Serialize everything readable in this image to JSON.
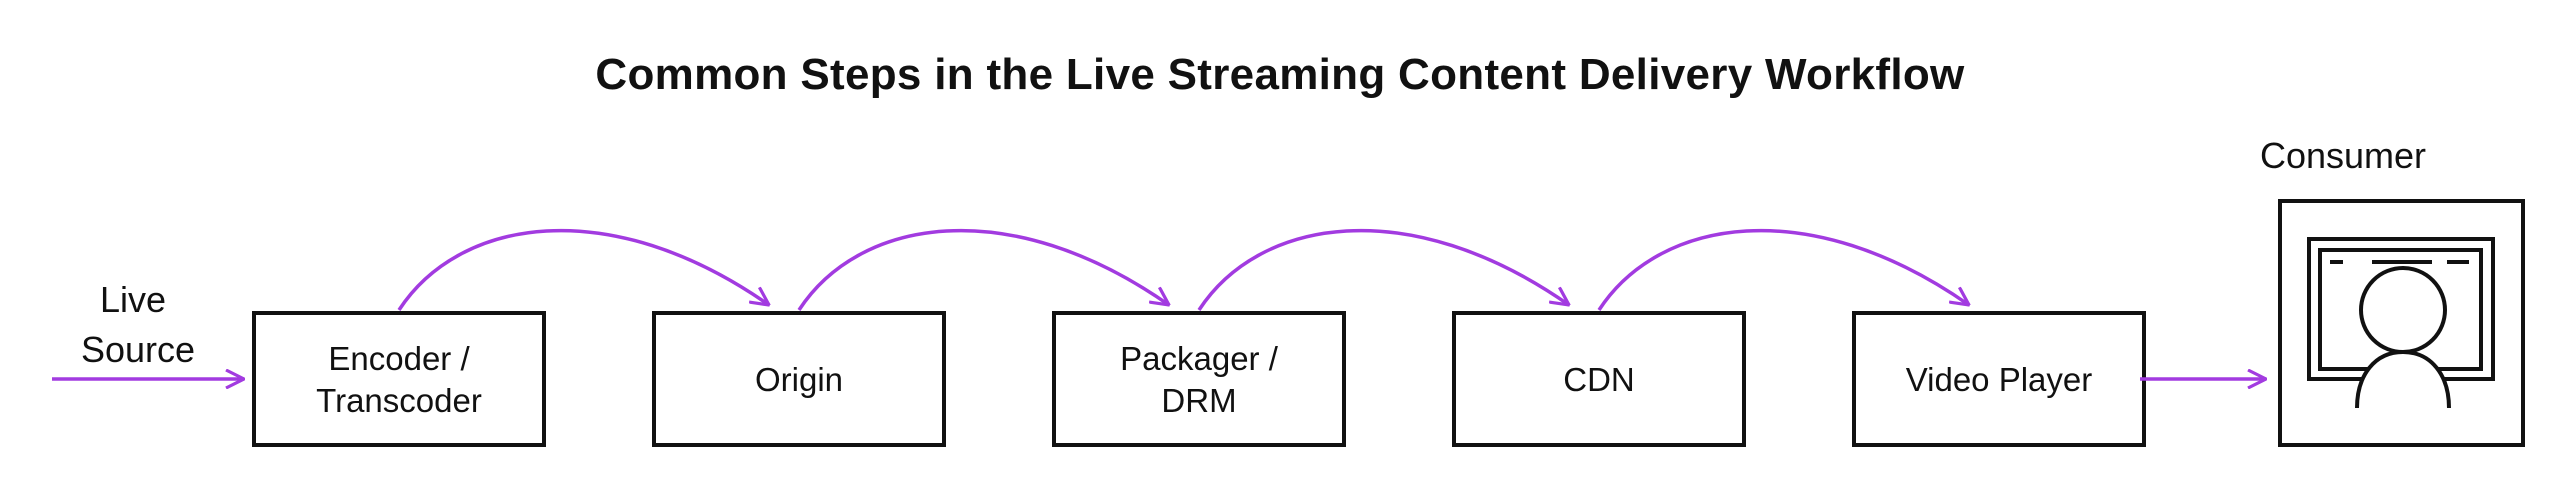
{
  "title": "Common Steps in the Live Streaming Content Delivery Workflow",
  "source_label": [
    "Live",
    "Source"
  ],
  "consumer_label": "Consumer",
  "steps": [
    {
      "lines": [
        "Encoder /",
        "Transcoder"
      ]
    },
    {
      "lines": [
        "Origin"
      ]
    },
    {
      "lines": [
        "Packager /",
        "DRM"
      ]
    },
    {
      "lines": [
        "CDN"
      ]
    },
    {
      "lines": [
        "Video Player"
      ]
    }
  ],
  "colors": {
    "arrow": "#a23be0",
    "box_stroke": "#111111",
    "text": "#111111"
  },
  "icons": {
    "consumer": "person-at-screen-icon"
  }
}
